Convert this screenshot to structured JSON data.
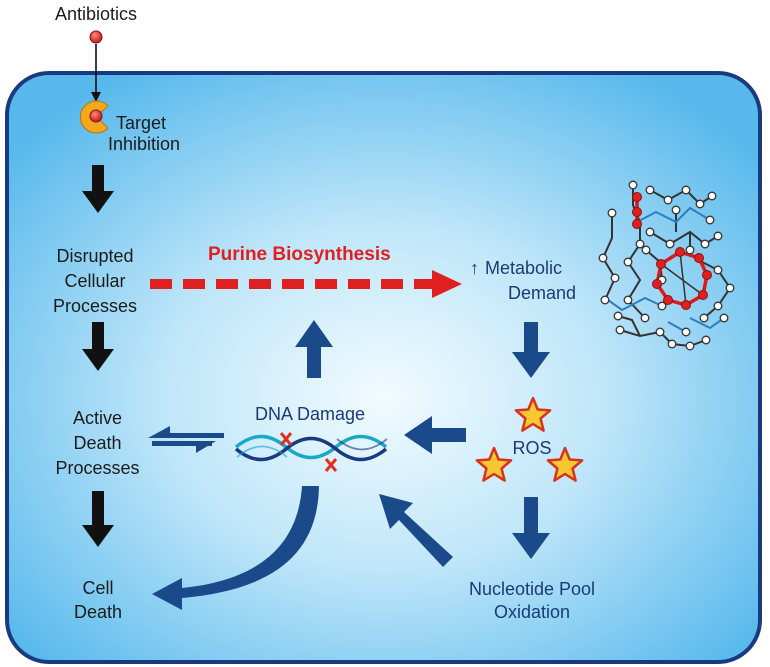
{
  "labels": {
    "antibiotics": "Antibiotics",
    "target_inhibition_1": "Target",
    "target_inhibition_2": "Inhibition",
    "disrupted_1": "Disrupted",
    "disrupted_2": "Cellular",
    "disrupted_3": "Processes",
    "purine": "Purine Biosynthesis",
    "metabolic_arrow": "↑",
    "metabolic_1": "Metabolic",
    "metabolic_2": "Demand",
    "active_1": "Active",
    "active_2": "Death",
    "active_3": "Processes",
    "dna_damage": "DNA Damage",
    "ros": "ROS",
    "cell_death_1": "Cell",
    "cell_death_2": "Death",
    "nucleotide_1": "Nucleotide Pool",
    "nucleotide_2": "Oxidation"
  },
  "colors": {
    "cell_fill_center": "#eaf6fd",
    "cell_fill_edge": "#52b6ec",
    "cell_border": "#1a3a80",
    "navy_arrow": "#1a4a8a",
    "black_arrow": "#111111",
    "red": "#e02020",
    "network_blue": "#2a7fc0",
    "star_fill": "#f7c832",
    "star_stroke": "#d8331f",
    "dna_teal": "#1aa7c8",
    "dna_navy": "#1a3a80"
  }
}
